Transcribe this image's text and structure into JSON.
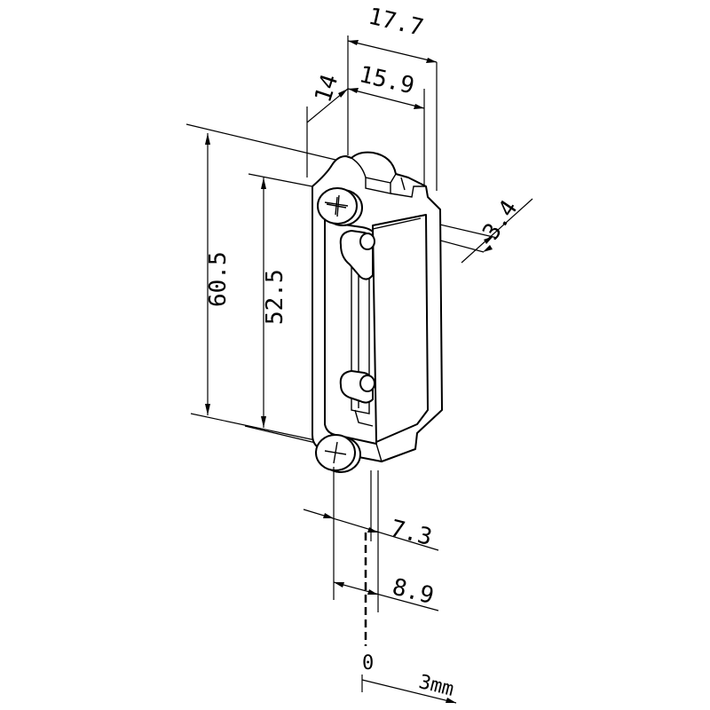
{
  "dimensions": {
    "width_outer": "17.7",
    "width_mid": "15.9",
    "width_inner": "14",
    "depth_right": "3.4",
    "height_total": "60.5",
    "height_screws": "52.5",
    "offset_a": "7.3",
    "offset_b": "8.9",
    "scale_zero": "0",
    "scale_unit": "3mm"
  }
}
